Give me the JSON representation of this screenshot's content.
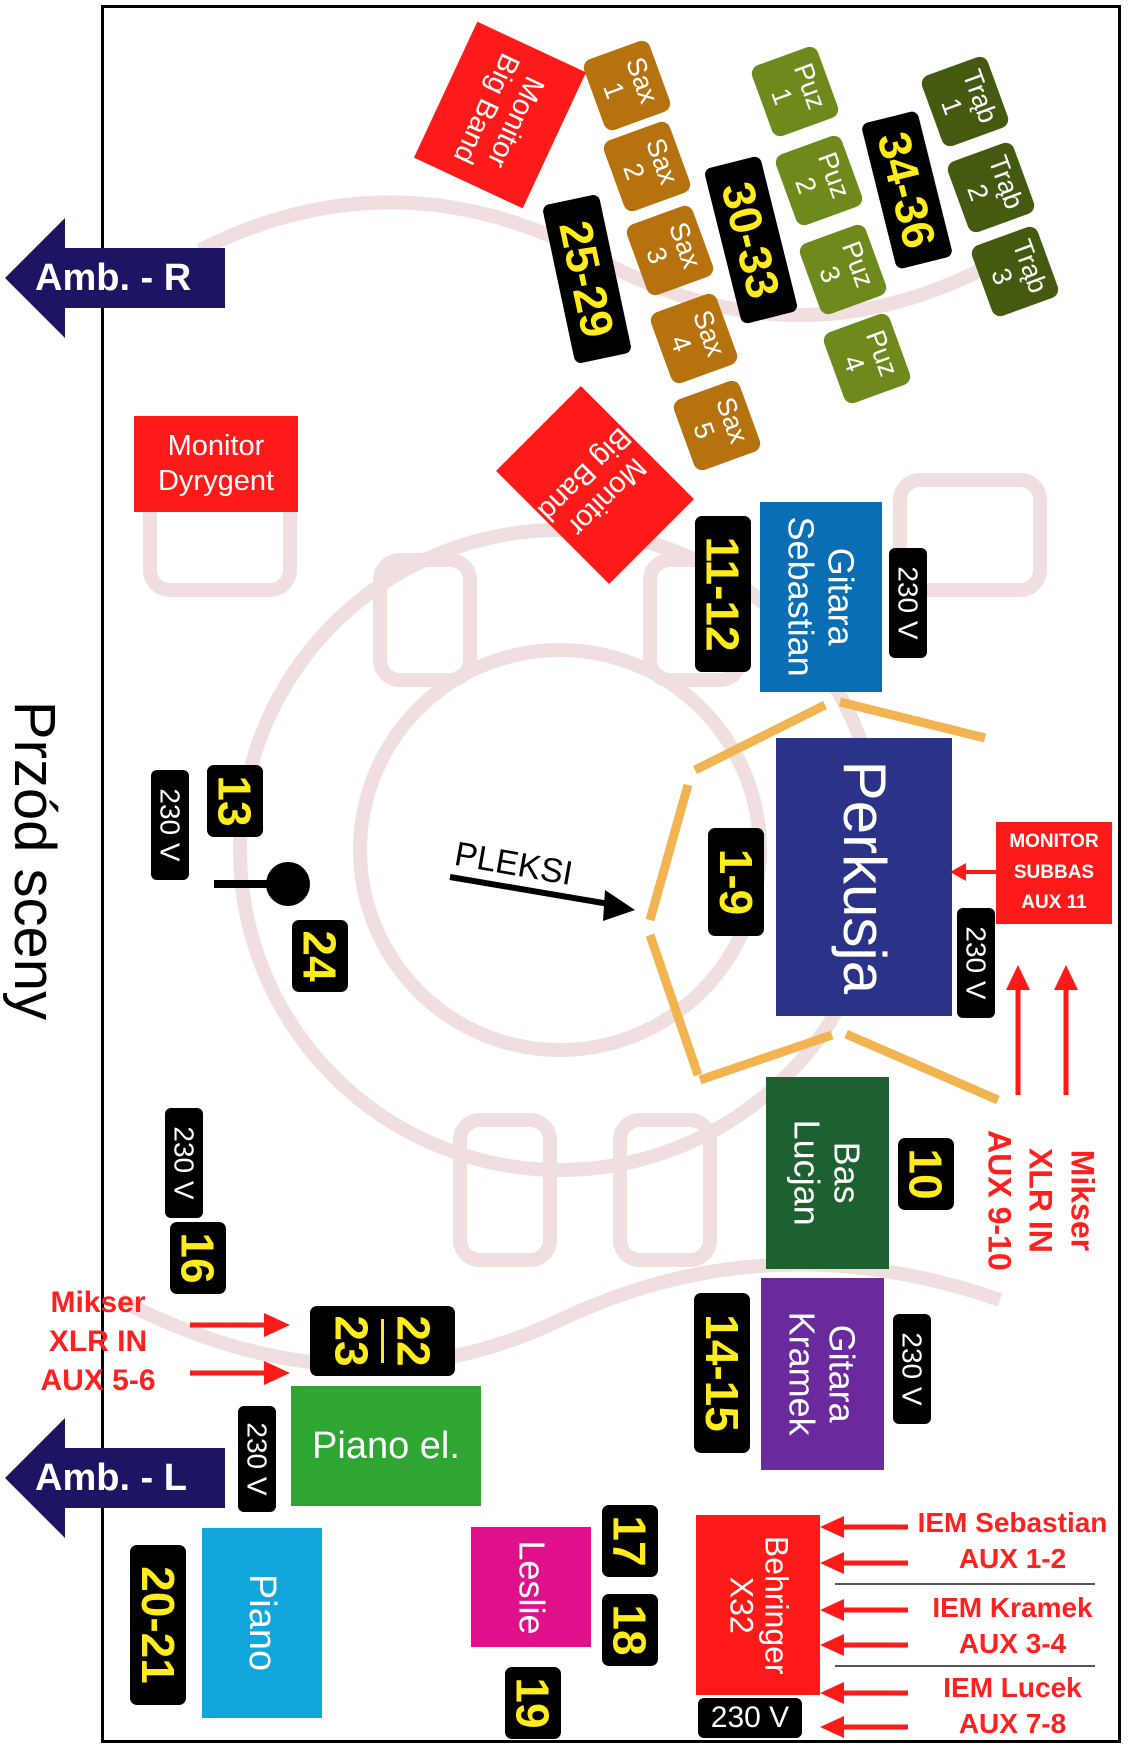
{
  "front_label": "Przód sceny",
  "ambience": {
    "right": "Amb. - R",
    "left": "Amb. - L"
  },
  "voltage": "230 V",
  "monitors": {
    "conductor": "Monitor\nDyrygent",
    "bigband_top": "Monitor\nBig Band",
    "bigband_mid": "Monitor\nBig Band",
    "subbass": "MONITOR\nSUBBAS\nAUX 11"
  },
  "instruments": {
    "drums": "Perkusja",
    "guitar_sebastian": "Gitara\nSebastian",
    "bass_lucjan": "Bas\nLucjan",
    "guitar_kramek": "Gitara\nKramek",
    "piano_el": "Piano el.",
    "piano": "Piano",
    "leslie": "Leslie",
    "mixer": "Behringer\nX32"
  },
  "horns": {
    "sax": [
      "Sax\n1",
      "Sax\n2",
      "Sax\n3",
      "Sax\n4",
      "Sax\n5"
    ],
    "puz": [
      "Puz\n1",
      "Puz\n2",
      "Puz\n3",
      "Puz\n4"
    ],
    "trab": [
      "Trąb\n1",
      "Trąb\n2",
      "Trąb\n3"
    ]
  },
  "channels": {
    "sax": "25-29",
    "puz": "30-33",
    "trab": "34-36",
    "guitar_sebastian": "11-12",
    "drums": "1-9",
    "bass": "10",
    "guitar_kramek": "14-15",
    "vocal_13": "13",
    "mic_24": "24",
    "ch16": "16",
    "keys_22": "22",
    "keys_23": "23",
    "piano": "20-21",
    "leslie_17": "17",
    "leslie_18": "18",
    "leslie_19": "19"
  },
  "pleksi": "PLEKSI",
  "labels": {
    "mixer_right": "Mikser\nXLR IN\nAUX 9-10",
    "mixer_left": "Mikser\nXLR IN\nAUX 5-6",
    "iem_sebastian": "IEM Sebastian\nAUX 1-2",
    "iem_kramek": "IEM Kramek\nAUX 3-4",
    "iem_lucek": "IEM Lucek\nAUX 7-8"
  },
  "colors": {
    "red": "#ff1a1a",
    "navy": "#2b3389",
    "sax": "#b5720e",
    "puz": "#6f8a1c",
    "trab": "#435a10",
    "blue": "#0a6eb5",
    "darkgreen": "#1d6130",
    "purple": "#6a2a9d",
    "green": "#2fa532",
    "cyan": "#11a7dc",
    "magenta": "#e0108a",
    "pleksi": "#f2b450",
    "arrow_bg": "#1d1464"
  }
}
